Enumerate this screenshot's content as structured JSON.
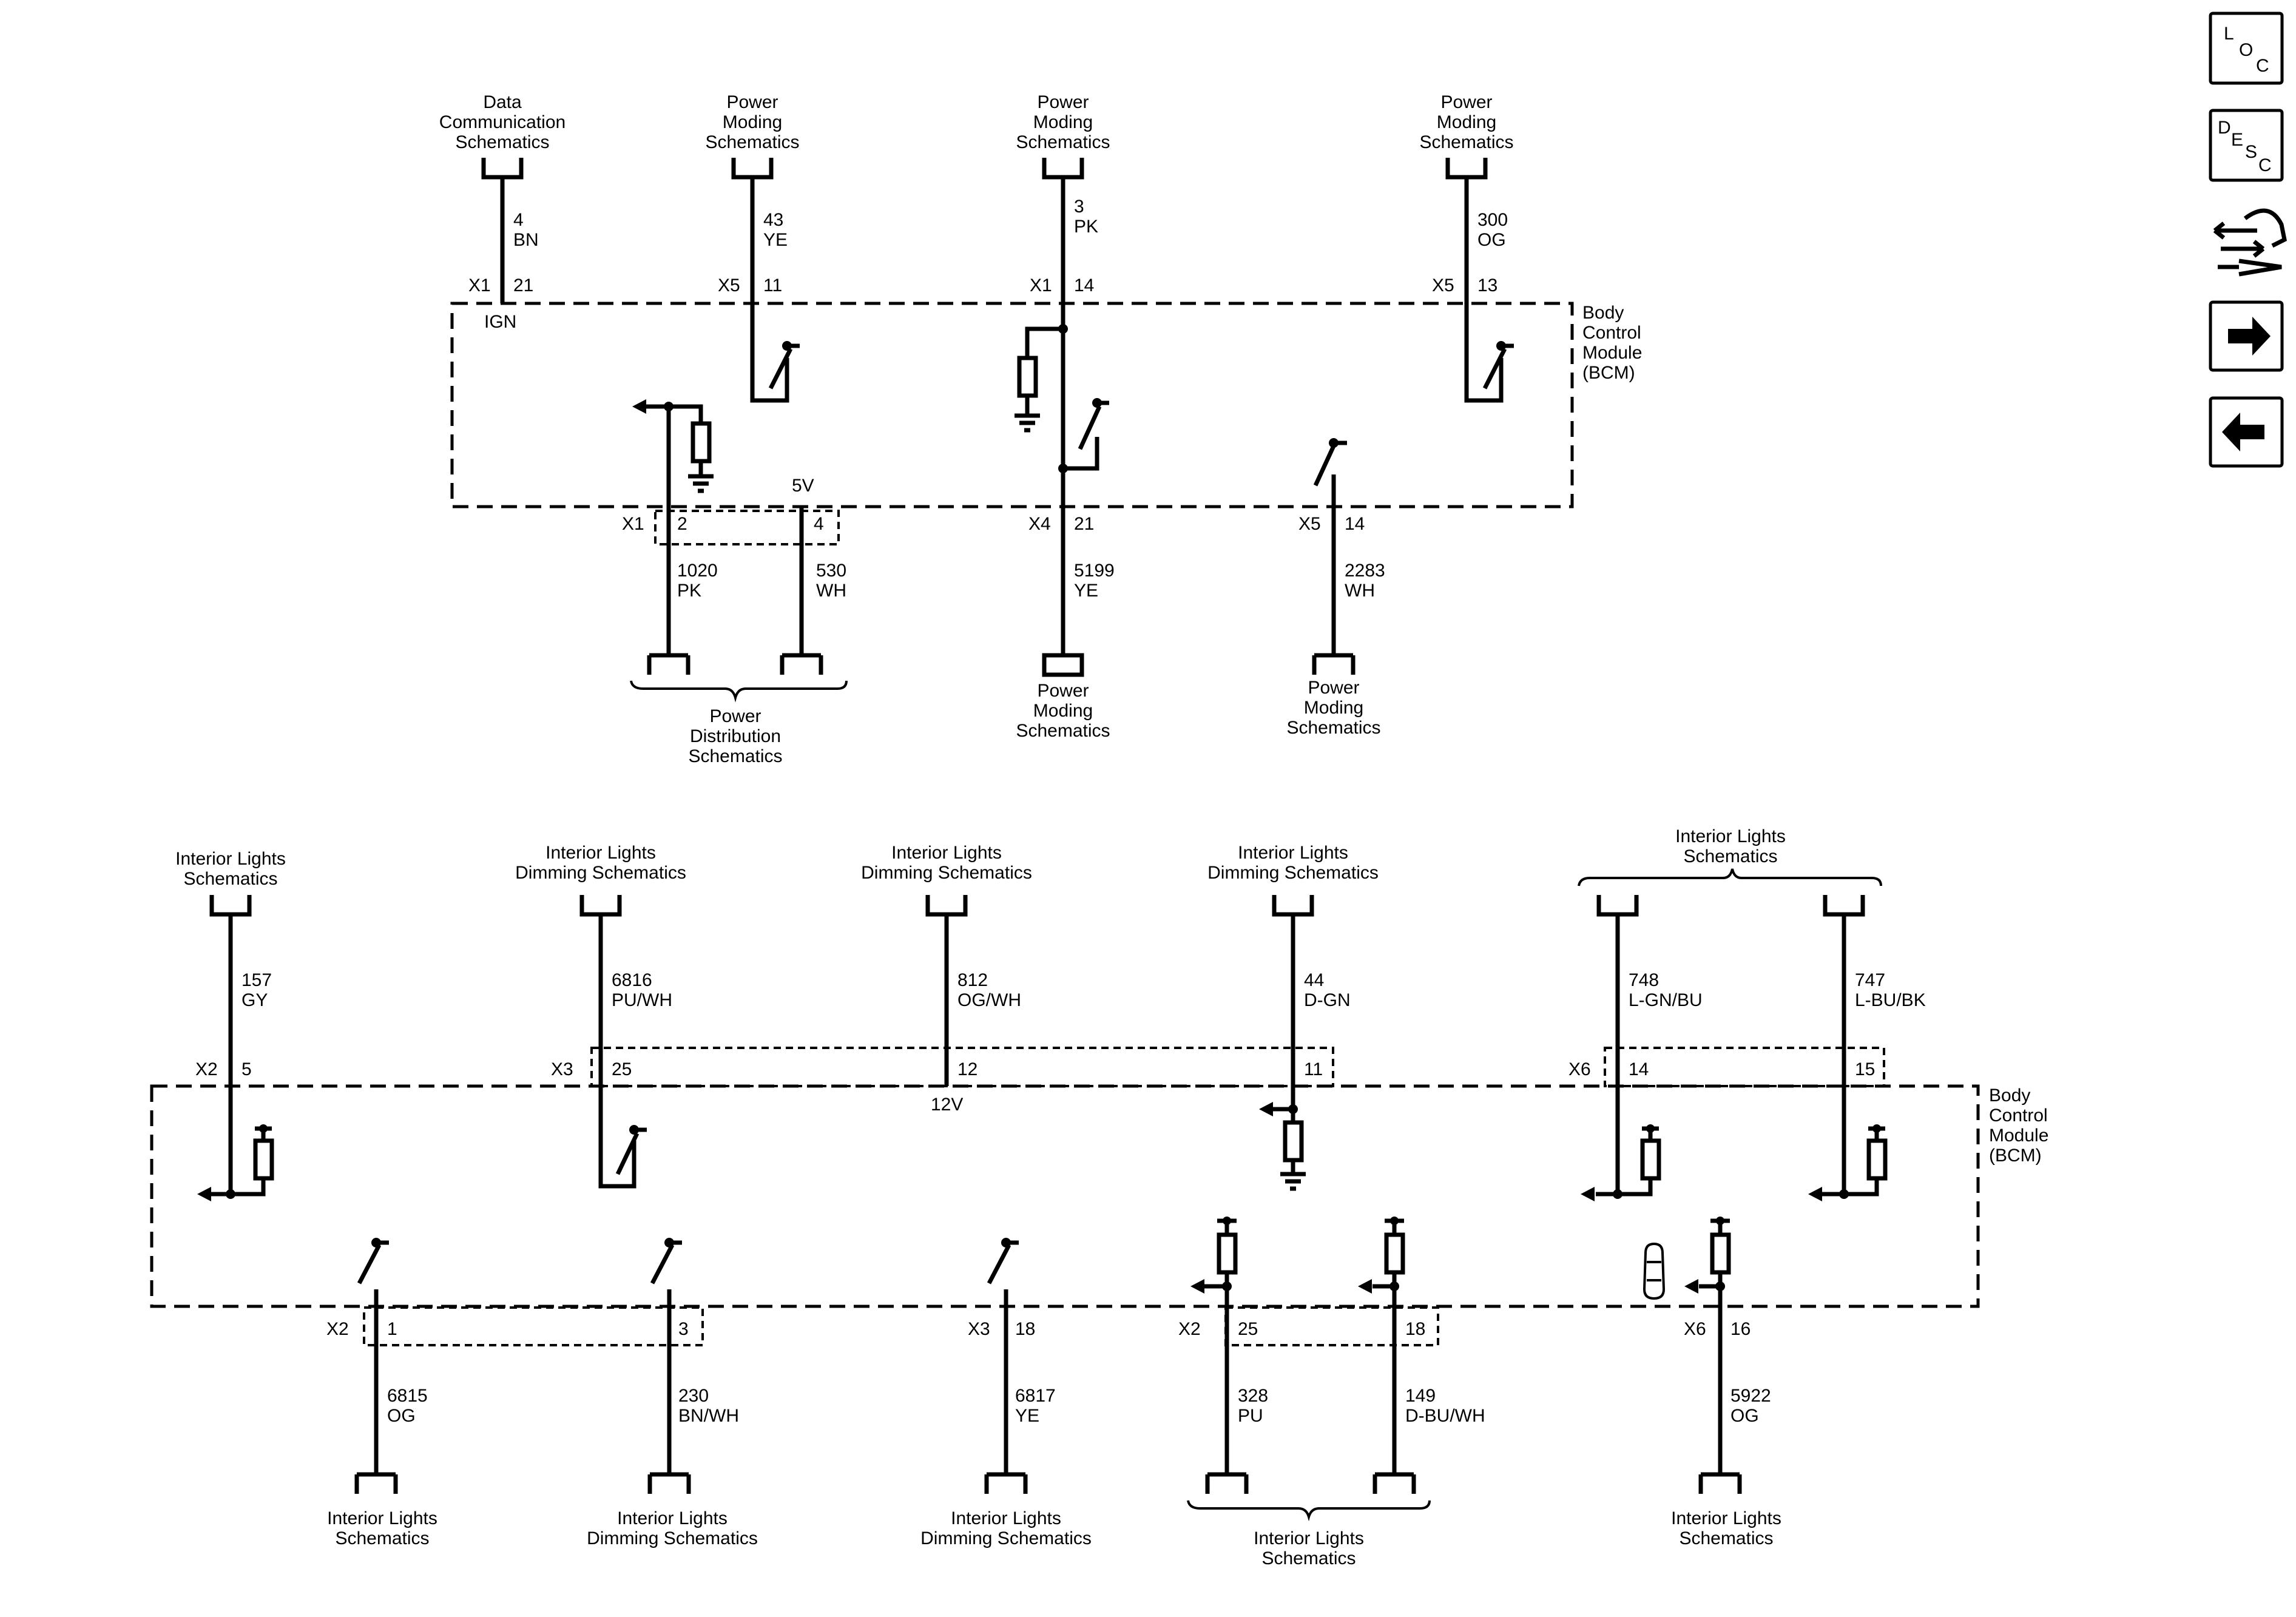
{
  "sidebar": {
    "loc_letters": [
      "L",
      "O",
      "C"
    ],
    "desc_letters": [
      "D",
      "E",
      "S",
      "C"
    ],
    "icons": [
      "loc-button",
      "desc-button",
      "connector-swap-icon",
      "next-arrow-icon",
      "previous-arrow-icon"
    ]
  },
  "modules": {
    "top": [
      "Body",
      "Control",
      "Module",
      "(BCM)"
    ],
    "bottom": [
      "Body",
      "Control",
      "Module",
      "(BCM)"
    ]
  },
  "top": {
    "circuits": [
      {
        "id": "c4",
        "dest": [
          "Data",
          "Communication",
          "Schematics"
        ],
        "num": "4",
        "color": "BN",
        "conn": "X1",
        "pin": "21",
        "inner": "IGN"
      },
      {
        "id": "c43",
        "dest": [
          "Power",
          "Moding",
          "Schematics"
        ],
        "num": "43",
        "color": "YE",
        "conn": "X5",
        "pin": "11"
      },
      {
        "id": "c3",
        "dest": [
          "Power",
          "Moding",
          "Schematics"
        ],
        "num": "3",
        "color": "PK",
        "conn": "X1",
        "pin": "14"
      },
      {
        "id": "c300",
        "dest": [
          "Power",
          "Moding",
          "Schematics"
        ],
        "num": "300",
        "color": "OG",
        "conn": "X5",
        "pin": "13"
      },
      {
        "id": "c1020",
        "dest": [
          "Power",
          "Distribution",
          "Schematics"
        ],
        "num": "1020",
        "color": "PK",
        "conn": "X1",
        "pin": "2"
      },
      {
        "id": "c530",
        "num": "530",
        "color": "WH",
        "pin": "4",
        "voltage": "5V"
      },
      {
        "id": "c5199",
        "dest": [
          "Power",
          "Moding",
          "Schematics"
        ],
        "num": "5199",
        "color": "YE",
        "conn": "X4",
        "pin": "21"
      },
      {
        "id": "c2283",
        "dest": [
          "Power",
          "Moding",
          "Schematics"
        ],
        "num": "2283",
        "color": "WH",
        "conn": "X5",
        "pin": "14"
      }
    ]
  },
  "bottom": {
    "top_circuits": [
      {
        "id": "c157",
        "dest": [
          "Interior Lights",
          "Schematics"
        ],
        "num": "157",
        "color": "GY",
        "conn": "X2",
        "pin": "5"
      },
      {
        "id": "c6816",
        "dest": [
          "Interior Lights",
          "Dimming Schematics"
        ],
        "num": "6816",
        "color": "PU/WH",
        "conn": "X3",
        "pin": "25"
      },
      {
        "id": "c812",
        "dest": [
          "Interior Lights",
          "Dimming Schematics"
        ],
        "num": "812",
        "color": "OG/WH",
        "pin": "12",
        "voltage": "12V"
      },
      {
        "id": "c44",
        "dest": [
          "Interior Lights",
          "Dimming Schematics"
        ],
        "num": "44",
        "color": "D-GN",
        "pin": "11"
      },
      {
        "id": "c748",
        "dest": [
          "Interior Lights",
          "Schematics"
        ],
        "num": "748",
        "color": "L-GN/BU",
        "conn": "X6",
        "pin": "14"
      },
      {
        "id": "c747",
        "num": "747",
        "color": "L-BU/BK",
        "pin": "15"
      }
    ],
    "bottom_circuits": [
      {
        "id": "c6815",
        "dest": [
          "Interior Lights",
          "Schematics"
        ],
        "num": "6815",
        "color": "OG",
        "conn": "X2",
        "pin": "1"
      },
      {
        "id": "c230",
        "dest": [
          "Interior Lights",
          "Dimming Schematics"
        ],
        "num": "230",
        "color": "BN/WH",
        "pin": "3"
      },
      {
        "id": "c6817",
        "dest": [
          "Interior Lights",
          "Dimming Schematics"
        ],
        "num": "6817",
        "color": "YE",
        "conn": "X3",
        "pin": "18"
      },
      {
        "id": "c328",
        "dest": [
          "Interior Lights",
          "Schematics"
        ],
        "num": "328",
        "color": "PU",
        "conn": "X2",
        "pin": "25"
      },
      {
        "id": "c149",
        "num": "149",
        "color": "D-BU/WH",
        "pin": "18"
      },
      {
        "id": "c5922",
        "dest": [
          "Interior Lights",
          "Schematics"
        ],
        "num": "5922",
        "color": "OG",
        "conn": "X6",
        "pin": "16"
      }
    ]
  }
}
